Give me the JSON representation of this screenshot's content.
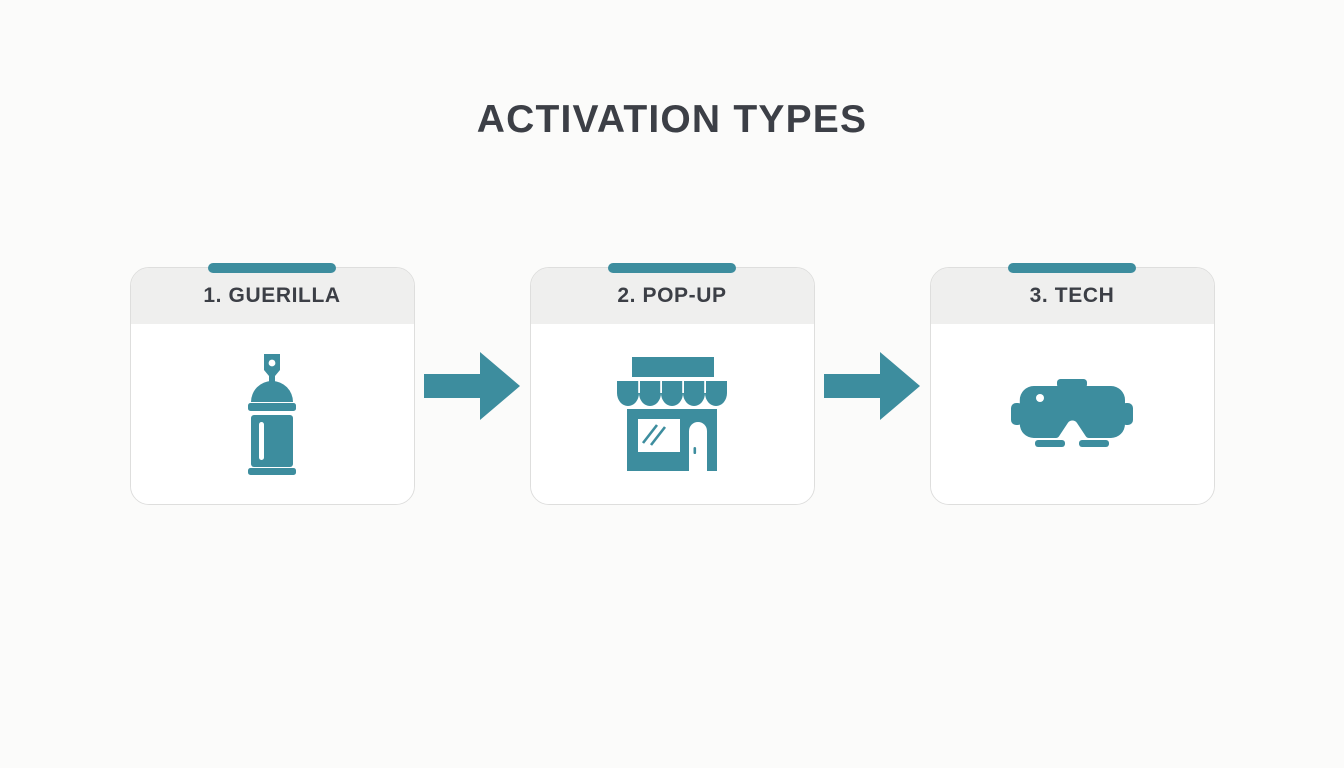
{
  "slide": {
    "title": "ACTIVATION TYPES",
    "background_color": "#fbfbfa",
    "title_color": "#3c3f46",
    "accent_color": "#3d8d9e",
    "card_header_color": "#efefee",
    "card_border_color": "#dededd"
  },
  "diagram_data": {
    "type": "process-flow",
    "orientation": "horizontal",
    "step_count": 3,
    "connector": "arrow-right",
    "steps": [
      {
        "number": "1.",
        "label": "1. GUERILLA",
        "name": "GUERILLA",
        "icon": "spray-can-icon"
      },
      {
        "number": "2.",
        "label": "2. POP-UP",
        "name": "POP-UP",
        "icon": "storefront-icon"
      },
      {
        "number": "3.",
        "label": "3. TECH",
        "name": "TECH",
        "icon": "vr-headset-icon"
      }
    ],
    "connectors": [
      {
        "label": "arrow-1",
        "from": "1. GUERILLA",
        "to": "2. POP-UP"
      },
      {
        "label": "arrow-2",
        "from": "2. POP-UP",
        "to": "3. TECH"
      }
    ]
  }
}
